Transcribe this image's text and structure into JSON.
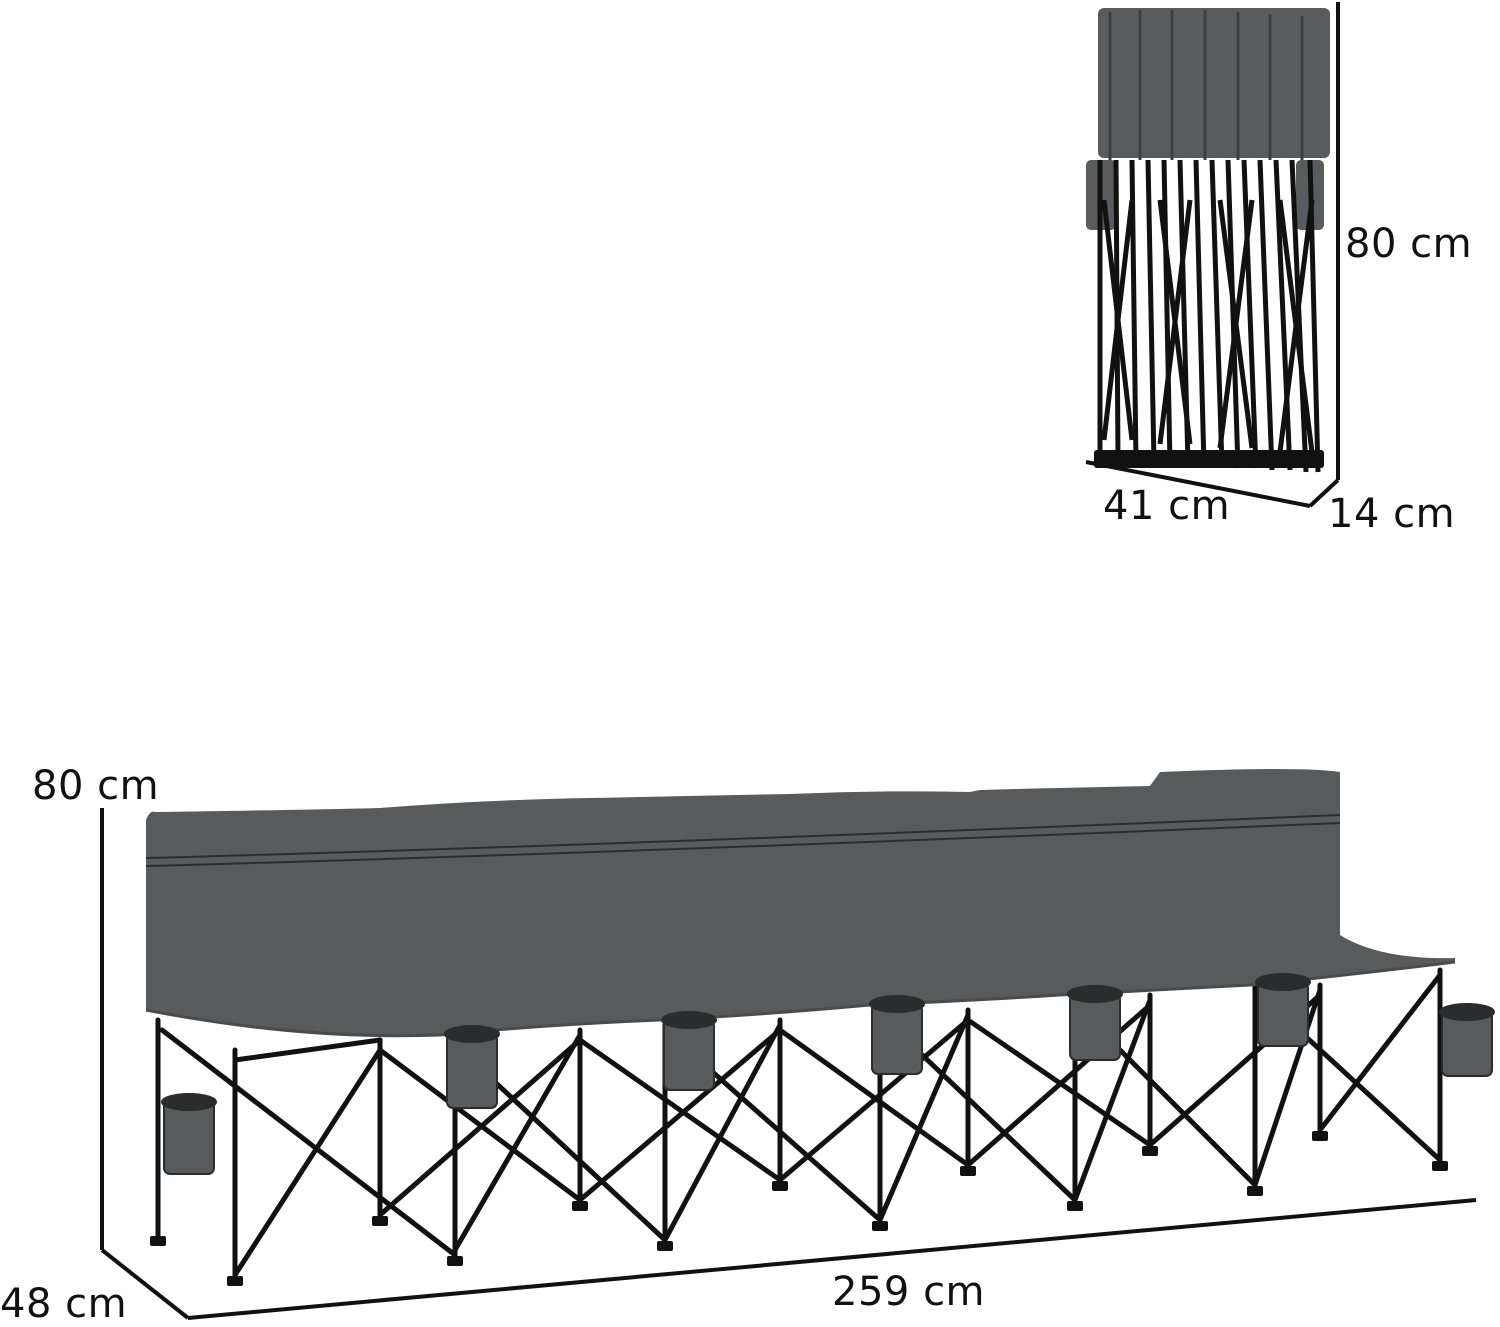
{
  "colors": {
    "background": "#ffffff",
    "fabric": "#595a5d",
    "fabric_dark": "#4a4b4e",
    "frame": "#111111",
    "dimension_line": "#111111"
  },
  "folded_view": {
    "height_label": "80 cm",
    "width_label": "41 cm",
    "depth_label": "14 cm"
  },
  "bench_view": {
    "height_label": "80 cm",
    "depth_label": "48 cm",
    "length_label": "259 cm"
  }
}
